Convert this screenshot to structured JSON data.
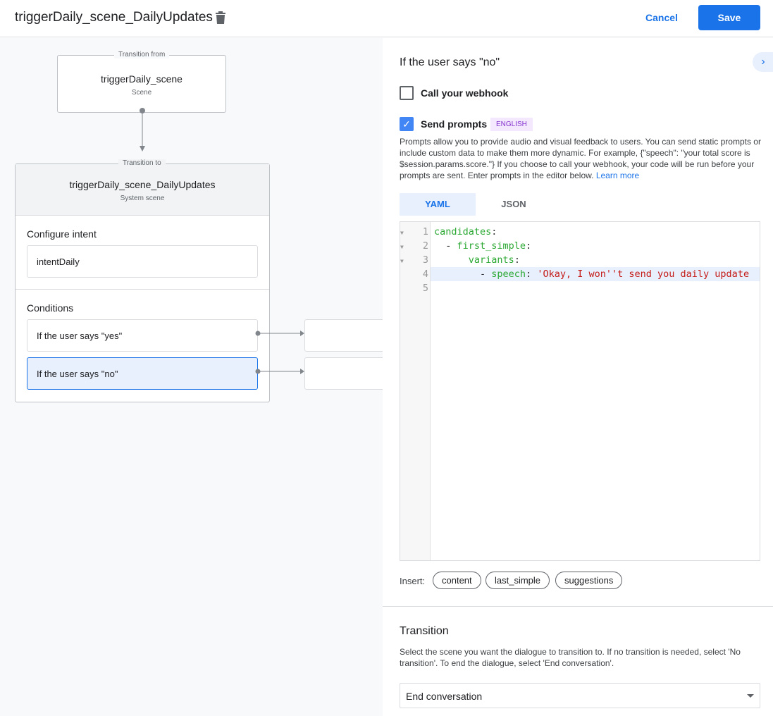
{
  "header": {
    "title": "triggerDaily_scene_DailyUpdates",
    "cancel": "Cancel",
    "save": "Save"
  },
  "canvas": {
    "from": {
      "label": "Transition from",
      "name": "triggerDaily_scene",
      "type": "Scene"
    },
    "to": {
      "label": "Transition to",
      "name": "triggerDaily_scene_DailyUpdates",
      "type": "System scene"
    },
    "intent_heading": "Configure intent",
    "intent": "intentDaily",
    "conditions_heading": "Conditions",
    "conditions": [
      {
        "label": "If the user says \"yes\""
      },
      {
        "label": "If the user says \"no\"",
        "selected": true
      }
    ]
  },
  "panel": {
    "heading": "If the user says \"no\"",
    "webhook": {
      "label": "Call your webhook",
      "checked": false
    },
    "prompts": {
      "label": "Send prompts",
      "checked": true,
      "badge": "ENGLISH",
      "description": "Prompts allow you to provide audio and visual feedback to users. You can send static prompts or include custom data to make them more dynamic. For example, {\"speech\": \"your total score is $session.params.score.\"} If you choose to call your webhook, your code will be run before your prompts are sent. Enter prompts in the editor below.",
      "learn_more": "Learn more"
    },
    "tabs": [
      {
        "label": "YAML",
        "active": true
      },
      {
        "label": "JSON",
        "active": false
      }
    ],
    "editor": {
      "line_numbers": [
        "1",
        "2",
        "3",
        "4",
        "5"
      ],
      "lines": [
        {
          "indent": "",
          "dash": "",
          "key": "candidates",
          "colon": ":",
          "value": ""
        },
        {
          "indent": "  ",
          "dash": "- ",
          "key": "first_simple",
          "colon": ":",
          "value": ""
        },
        {
          "indent": "      ",
          "dash": "",
          "key": "variants",
          "colon": ":",
          "value": ""
        },
        {
          "indent": "        ",
          "dash": "- ",
          "key": "speech",
          "colon": ": ",
          "value": "'Okay, I won''t send you daily update"
        },
        {
          "indent": "",
          "dash": "",
          "key": "",
          "colon": "",
          "value": ""
        }
      ]
    },
    "insert": {
      "label": "Insert:",
      "chips": [
        "content",
        "last_simple",
        "suggestions"
      ]
    },
    "transition": {
      "heading": "Transition",
      "description": "Select the scene you want the dialogue to transition to. If no transition is needed, select 'No transition'. To end the dialogue, select 'End conversation'.",
      "selected": "End conversation"
    }
  },
  "colors": {
    "accent": "#1a73e8",
    "selected_bg": "#e8f0fe",
    "badge_bg": "#f3e8fd",
    "badge_text": "#8430ce"
  }
}
